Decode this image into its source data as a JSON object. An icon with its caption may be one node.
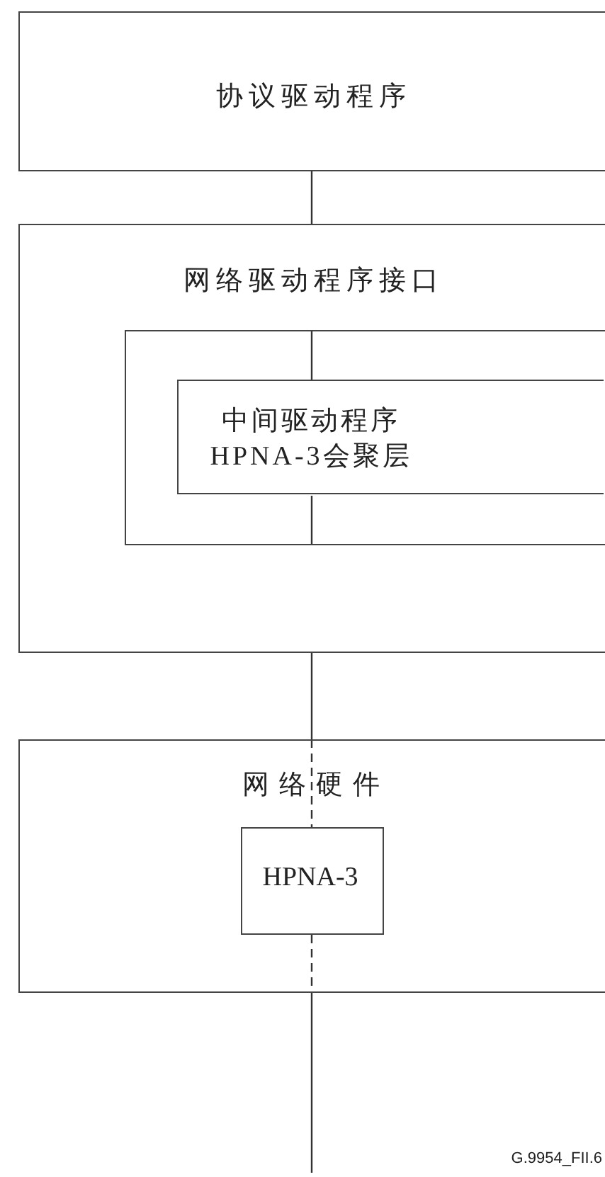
{
  "diagram": {
    "nodes": [
      {
        "text": [
          "协议驱动程序"
        ]
      },
      {
        "text": [
          "网络驱动程序接口"
        ]
      },
      {
        "text": [],
        "shape": "box",
        "in": 1
      },
      {
        "text": [
          "中间驱动程序",
          "HPNA-3会聚层"
        ],
        "in": 2
      },
      {
        "text": [
          "网络硬件"
        ]
      },
      {
        "text": [
          "HPNA-3"
        ],
        "in": 4
      }
    ],
    "edges": [
      {
        "from": 0,
        "to": 1,
        "arrow": "none"
      },
      {
        "from": 2,
        "to": 3,
        "arrow": "none"
      },
      {
        "from": 3,
        "to": 2,
        "arrow": "none"
      },
      {
        "from": 1,
        "to": 4,
        "arrow": "none"
      },
      {
        "from": 4,
        "to": 5,
        "arrow": "none",
        "style": "dashed"
      },
      {
        "from": 5,
        "to": 4,
        "arrow": "none",
        "style": "dashed"
      },
      {
        "from": 4,
        "to": null,
        "arrow": "none"
      }
    ],
    "labels": [
      "G.9954_FII.6"
    ]
  }
}
